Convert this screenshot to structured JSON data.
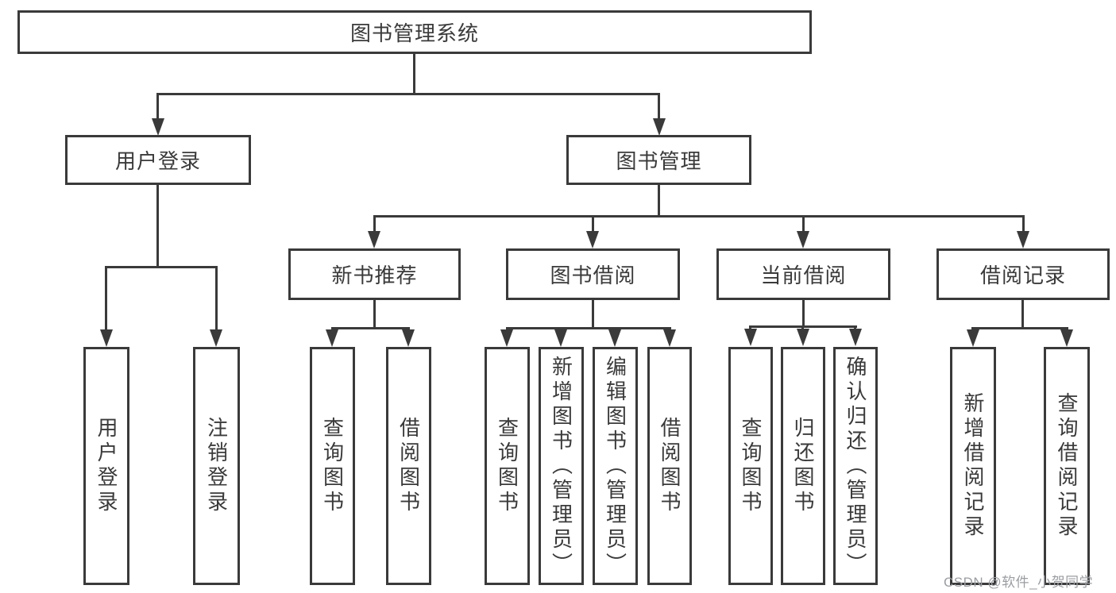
{
  "colors": {
    "line": "#3a3a3a",
    "text": "#3a3a3a",
    "bg": "#ffffff",
    "box_bg": "#ffffff",
    "watermark": "#9b9da1"
  },
  "tree": {
    "label": "图书管理系统",
    "children": [
      {
        "label": "用户登录",
        "children": [
          {
            "label": "用户登录"
          },
          {
            "label": "注销登录"
          }
        ]
      },
      {
        "label": "图书管理",
        "children": [
          {
            "label": "新书推荐",
            "children": [
              {
                "label": "查询图书"
              },
              {
                "label": "借阅图书"
              }
            ]
          },
          {
            "label": "图书借阅",
            "children": [
              {
                "label": "查询图书"
              },
              {
                "label": "新增图书（管理员）"
              },
              {
                "label": "编辑图书（管理员）"
              },
              {
                "label": "借阅图书"
              }
            ]
          },
          {
            "label": "当前借阅",
            "children": [
              {
                "label": "查询图书"
              },
              {
                "label": "归还图书"
              },
              {
                "label": "确认归还（管理员）"
              }
            ]
          },
          {
            "label": "借阅记录",
            "children": [
              {
                "label": "新增借阅记录"
              },
              {
                "label": "查询借阅记录"
              }
            ]
          }
        ]
      }
    ]
  },
  "watermark": {
    "text": "CSDN @软件_小贺同学"
  }
}
